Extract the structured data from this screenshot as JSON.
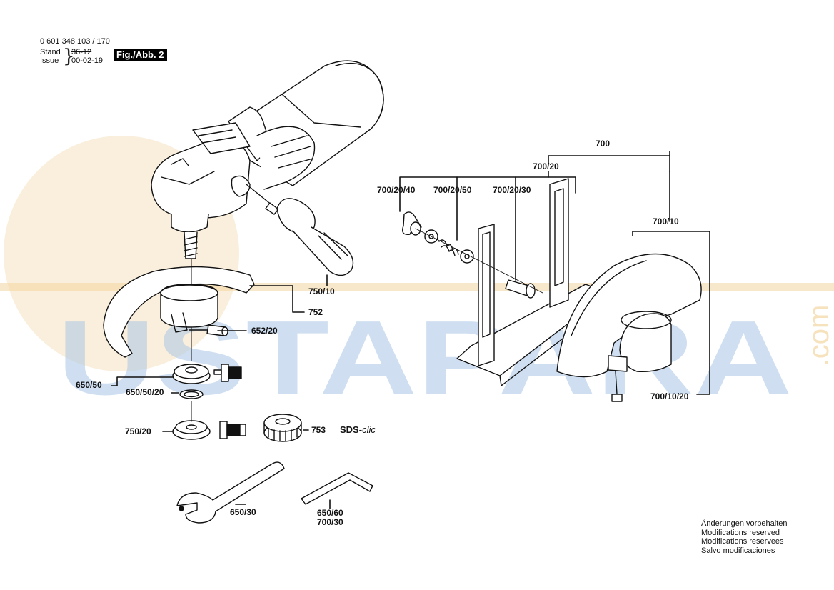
{
  "header": {
    "part_number": "0 601 348 103 / 170",
    "stand_label": "Stand",
    "stand_value": "36-12",
    "issue_label": "Issue",
    "issue_value": "00-02-19",
    "figure_label": "Fig./Abb. 2"
  },
  "callouts": {
    "c700": "700",
    "c700_20": "700/20",
    "c700_20_40": "700/20/40",
    "c700_20_50": "700/20/50",
    "c700_20_30": "700/20/30",
    "c700_10": "700/10",
    "c700_10_20": "700/10/20",
    "c750_10": "750/10",
    "c752": "752",
    "c652_20": "652/20",
    "c650_50": "650/50",
    "c650_50_20": "650/50/20",
    "c750_20": "750/20",
    "c753": "753",
    "c650_30": "650/30",
    "c650_60": "650/60",
    "c700_30": "700/30"
  },
  "sds": {
    "prefix": "SDS-",
    "suffix": "clic"
  },
  "notes": [
    "Änderungen vorbehalten",
    "Modifications reserved",
    "Modifications reservees",
    "Salvo modificaciones"
  ],
  "watermark": {
    "text": "USTAPARA",
    "suffix": ".com",
    "color_main": "#a9c6e6",
    "color_accent": "#f3d6a0"
  }
}
